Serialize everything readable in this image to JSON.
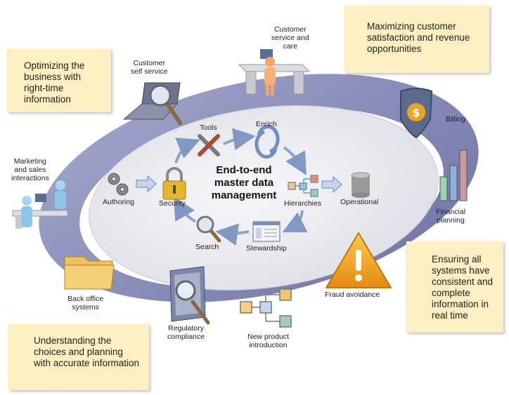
{
  "notes": {
    "top_left": "Optimizing the business with right-time information",
    "top_right": "Maximizing customer satisfaction and revenue opportunities",
    "right": "Ensuring all systems have consistent and complete information in real time",
    "bottom_left": "Understanding the choices and planning with accurate information"
  },
  "title": [
    "End-to-end",
    "master data",
    "management"
  ],
  "inner": {
    "tools": "Tools",
    "enrich": "Enrich",
    "authoring": "Authoring",
    "security": "Security",
    "hierarchies": "Hierarchies",
    "operational": "Operational",
    "search": "Search",
    "stewardship": "Stewardship"
  },
  "outer": {
    "customer_service": [
      "Customer",
      "service and",
      "care"
    ],
    "customer_self": [
      "Customer",
      "self service"
    ],
    "billing": "Billing",
    "marketing": [
      "Marketing",
      "and sales",
      "interactions"
    ],
    "financial": [
      "Financial",
      "planning"
    ],
    "back_office": [
      "Back office",
      "systems"
    ],
    "fraud": "Fraud avoidance",
    "regulatory": [
      "Regulatory",
      "compliance"
    ],
    "new_product": [
      "New product",
      "introduction"
    ]
  },
  "colors": {
    "ring": "#8c91bd",
    "ring_dark": "#5f6499",
    "ellipse": "#e9eaee",
    "note_bg": "#fcf0c2",
    "arrow": "#8fa5cc",
    "warning": "#f0a21c"
  }
}
